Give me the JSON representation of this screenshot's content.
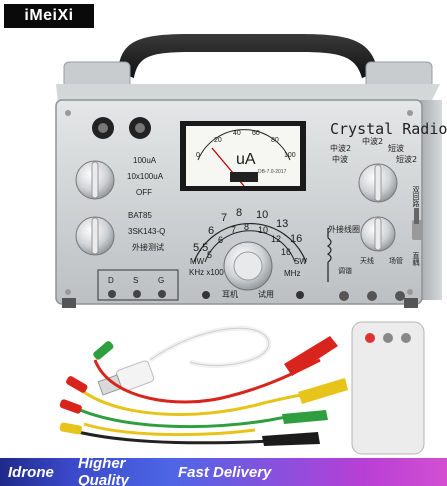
{
  "brand": "iMeiXi",
  "panel": {
    "title": "Crystal Radio",
    "meter": {
      "unit": "uA",
      "scale": [
        "0",
        "20",
        "40",
        "60",
        "80",
        "100"
      ],
      "fine": "DB-7.0-2017"
    },
    "switch1": {
      "opt1": "100uA",
      "opt2": "10x100uA",
      "opt3": "OFF"
    },
    "switch2": {
      "opt1": "BAT85",
      "opt2": "3SK143-Q",
      "opt3": "外接测试"
    },
    "transistor_pins": [
      "D",
      "S",
      "G"
    ],
    "dial": {
      "outer": [
        "5.5",
        "6",
        "7",
        "8",
        "10",
        "13",
        "16"
      ],
      "inner": [
        "5",
        "6",
        "7",
        "8",
        "10",
        "12",
        "16"
      ],
      "mw": "MW",
      "sw": "SW",
      "khz": "KHz x100",
      "mhz": "MHz"
    },
    "band": {
      "mid1": "中波",
      "mid2": "中波2",
      "short": "短波",
      "short2": "短波2"
    },
    "ext_label": "外接线圈",
    "side": {
      "dual": "双回路",
      "direct": "直耦"
    },
    "bottom": {
      "earphone": "耳机",
      "test": "试用",
      "tuning": "调谐",
      "antenna": "天线",
      "field": "场管"
    }
  },
  "banner": [
    "Idrone",
    "Higher Quality",
    "Fast Delivery"
  ],
  "colors": {
    "panel": "#cfd2d4",
    "banner_start": "#1f2a8a",
    "banner_end": "#d24fd0",
    "clip_red": "#d8241c",
    "clip_yellow": "#e6c41a",
    "clip_green": "#2f9e3f"
  }
}
